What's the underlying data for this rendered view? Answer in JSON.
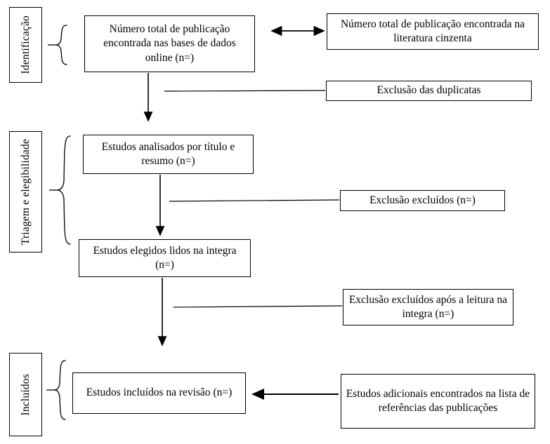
{
  "diagram": {
    "type": "prisma-flow-diagram",
    "language": "pt-BR",
    "colors": {
      "stroke": "#000000",
      "background": "#ffffff",
      "text": "#000000"
    },
    "stages": [
      {
        "id": "identificacao",
        "label": "Identificação"
      },
      {
        "id": "triagem",
        "label": "Triagem e elegibilidade"
      },
      {
        "id": "incluidos",
        "label": "Incluídos"
      }
    ],
    "boxes": [
      {
        "id": "total-bases-online",
        "text": "Número total de publicação encontrada nas bases de dados online (n=)"
      },
      {
        "id": "total-literatura-cinzenta",
        "text": "Número total de publicação encontrada na literatura cinzenta"
      },
      {
        "id": "exclusao-duplicatas",
        "text": "Exclusão das duplicatas"
      },
      {
        "id": "analisados-titulo-resumo",
        "text": "Estudos analisados por título e resumo (n=)"
      },
      {
        "id": "exclusao-excluidos",
        "text": "Exclusão excluídos (n=)"
      },
      {
        "id": "elegidos-integra",
        "text": "Estudos elegidos lidos na integra (n=)"
      },
      {
        "id": "exclusao-apos-leitura",
        "text": "Exclusão excluídos após a leitura na integra (n=)"
      },
      {
        "id": "incluidos-revisao",
        "text": "Estudos incluídos na revisão (n=)"
      },
      {
        "id": "estudos-adicionais",
        "text": "Estudos adicionais encontrados na lista de referências das publicações"
      }
    ],
    "connectors": [
      {
        "id": "bidirectional-bases-cinzenta",
        "kind": "double-arrow",
        "orientation": "horizontal"
      },
      {
        "id": "leader-duplicatas",
        "kind": "line",
        "orientation": "horizontal"
      },
      {
        "id": "arrow-total-to-analisados",
        "kind": "arrow",
        "orientation": "vertical-down"
      },
      {
        "id": "leader-excluidos",
        "kind": "line",
        "orientation": "horizontal"
      },
      {
        "id": "arrow-analisados-to-elegidos",
        "kind": "arrow",
        "orientation": "vertical-down"
      },
      {
        "id": "leader-apos-leitura",
        "kind": "line",
        "orientation": "horizontal"
      },
      {
        "id": "arrow-elegidos-to-incluidos",
        "kind": "arrow",
        "orientation": "vertical-down"
      },
      {
        "id": "arrow-adicionais-to-incluidos",
        "kind": "arrow",
        "orientation": "horizontal-left"
      },
      {
        "id": "brace-identificacao",
        "kind": "curly-brace"
      },
      {
        "id": "brace-triagem",
        "kind": "curly-brace"
      },
      {
        "id": "brace-incluidos",
        "kind": "curly-brace"
      }
    ]
  }
}
